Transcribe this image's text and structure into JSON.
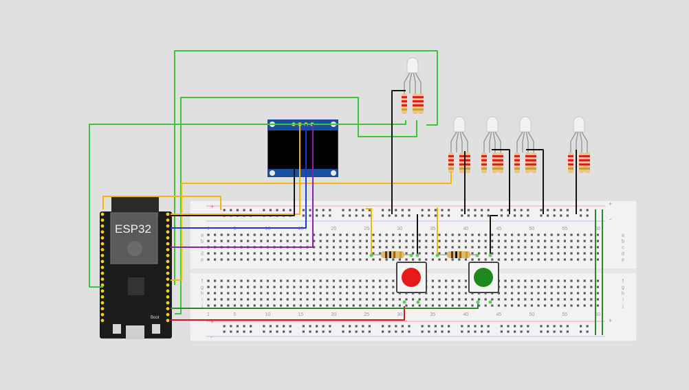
{
  "esp32": {
    "label": "ESP32",
    "boot_label": "Boot"
  },
  "breadboard": {
    "columns_top": [
      "1",
      "5",
      "10",
      "15",
      "20",
      "25",
      "30",
      "35",
      "40",
      "45",
      "50",
      "55",
      "60"
    ],
    "columns_bottom": [
      "1",
      "5",
      "10",
      "15",
      "20",
      "25",
      "30",
      "35",
      "40",
      "45",
      "50",
      "55",
      "60"
    ],
    "rows_top": [
      "a",
      "b",
      "c",
      "d",
      "e"
    ],
    "rows_bottom": [
      "f",
      "g",
      "h",
      "i",
      "j"
    ],
    "plus": "+",
    "minus": "-"
  },
  "buttons": [
    {
      "color_name": "red",
      "color": "#e8191c"
    },
    {
      "color_name": "green",
      "color": "#1e8a1e"
    }
  ],
  "colors": {
    "background": "#e0e0e0",
    "wire_green": "#3cc43c",
    "wire_black": "#111111",
    "wire_yellow": "#f5b800",
    "wire_blue": "#2233dd",
    "wire_purple": "#8822aa",
    "wire_red": "#e01010",
    "wire_dark_green": "#2a8a2a",
    "oled_blue": "#1a4fa0",
    "board_black": "#1b1b1b"
  }
}
